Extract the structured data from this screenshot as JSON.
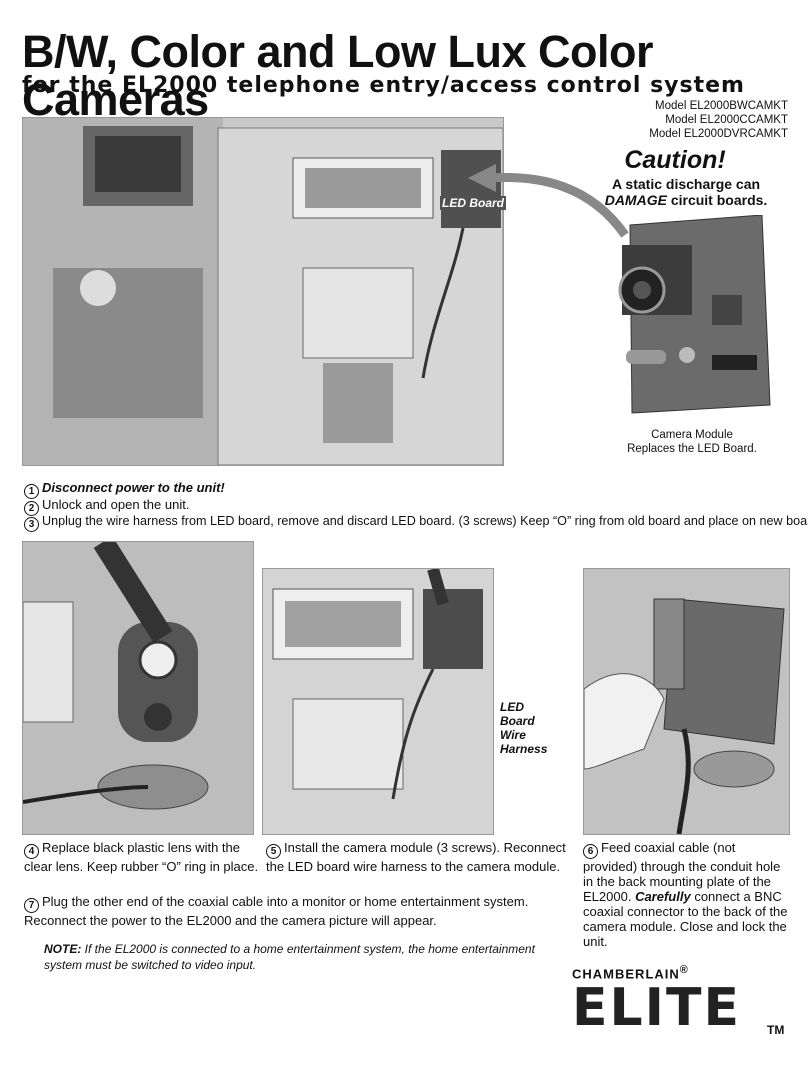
{
  "header": {
    "title": "B/W, Color and Low Lux Color Cameras",
    "subtitle": "for the EL2000 telephone entry/access control system",
    "models": [
      "Model EL2000BWCAMKT",
      "Model EL2000CCAMKT",
      "Model EL2000DVRCAMKT"
    ]
  },
  "top_figure": {
    "led_board_label": "LED Board"
  },
  "caution": {
    "title": "Caution!",
    "line1": "A static discharge can",
    "line2_em": "DAMAGE",
    "line2_rest": " circuit boards."
  },
  "camera_caption": {
    "line1": "Camera Module",
    "line2": "Replaces the LED Board."
  },
  "steps": [
    {
      "num": "1",
      "text": "Disconnect power to the unit!"
    },
    {
      "num": "2",
      "text": "Unlock and open the unit."
    },
    {
      "num": "3",
      "text": "Unplug the wire harness from LED board, remove and discard LED board. (3 screws) Keep “O” ring from old board and place on new board."
    },
    {
      "num": "4",
      "text": "Replace black plastic lens with the clear lens.",
      "text_bold": " Keep rubber “O” ring in place."
    },
    {
      "num": "5",
      "text": "Install the camera module (3 screws). Reconnect the LED board wire harness to the camera module."
    },
    {
      "num": "6",
      "text": "Feed coaxial cable (not provided) through the conduit hole in the back mounting plate of the EL2000.",
      "em": "Carefully",
      "text2": " connect a BNC coaxial connector to the back of the camera module. Close and lock the unit."
    },
    {
      "num": "7",
      "text": "Plug the other end of the coaxial cable into a monitor or home entertainment system. Reconnect the power to the EL2000 and the camera picture will appear."
    }
  ],
  "harness_label": {
    "line1": "LED",
    "line2": "Board",
    "line3": "Wire",
    "line4": "Harness"
  },
  "note": {
    "label": "NOTE:",
    "text": " If the EL2000 is connected to a home entertainment system, the home entertainment system must be switched to video input."
  },
  "brand": {
    "name": "CHAMBERLAIN",
    "reg": "®",
    "product": "ELITE",
    "tm": "TM"
  }
}
